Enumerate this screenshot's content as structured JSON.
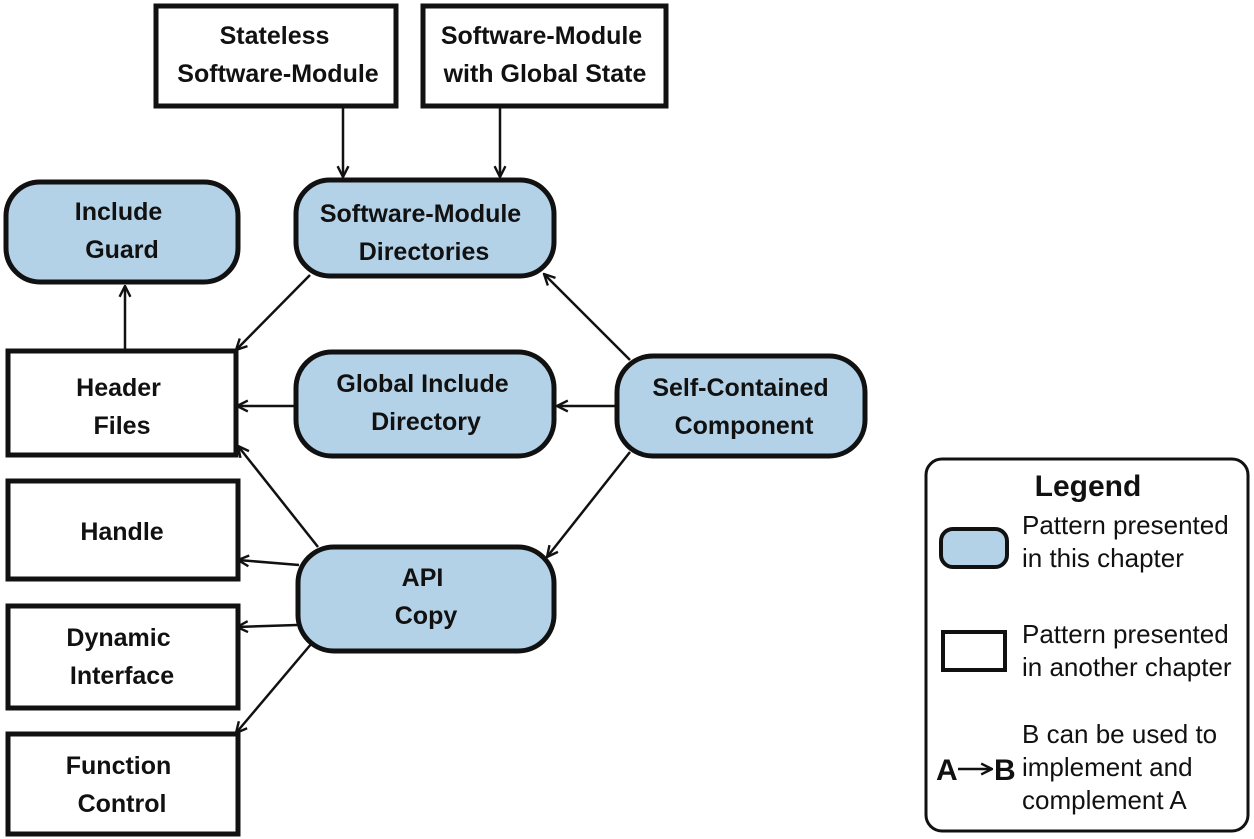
{
  "nodes": {
    "stateless": {
      "lines": [
        "Stateless",
        "Software-Module"
      ],
      "kind": "other-chapter"
    },
    "global_state": {
      "lines": [
        "Software-Module",
        "with Global State"
      ],
      "kind": "other-chapter"
    },
    "include_guard": {
      "lines": [
        "Include",
        "Guard"
      ],
      "kind": "this-chapter"
    },
    "sw_dirs": {
      "lines": [
        "Software-Module",
        "Directories"
      ],
      "kind": "this-chapter"
    },
    "header_files": {
      "lines": [
        "Header",
        "Files"
      ],
      "kind": "other-chapter"
    },
    "global_include": {
      "lines": [
        "Global Include",
        "Directory"
      ],
      "kind": "this-chapter"
    },
    "self_contained": {
      "lines": [
        "Self-Contained",
        "Component"
      ],
      "kind": "this-chapter"
    },
    "handle": {
      "lines": [
        "Handle"
      ],
      "kind": "other-chapter"
    },
    "api_copy": {
      "lines": [
        "API",
        "Copy"
      ],
      "kind": "this-chapter"
    },
    "dynamic_interface": {
      "lines": [
        "Dynamic",
        "Interface"
      ],
      "kind": "other-chapter"
    },
    "function_control": {
      "lines": [
        "Function",
        "Control"
      ],
      "kind": "other-chapter"
    }
  },
  "edges": [
    {
      "from": "stateless",
      "to": "sw_dirs"
    },
    {
      "from": "global_state",
      "to": "sw_dirs"
    },
    {
      "from": "sw_dirs",
      "to": "header_files"
    },
    {
      "from": "header_files",
      "to": "include_guard"
    },
    {
      "from": "self_contained",
      "to": "sw_dirs"
    },
    {
      "from": "self_contained",
      "to": "global_include"
    },
    {
      "from": "global_include",
      "to": "header_files"
    },
    {
      "from": "self_contained",
      "to": "api_copy"
    },
    {
      "from": "api_copy",
      "to": "header_files"
    },
    {
      "from": "api_copy",
      "to": "handle"
    },
    {
      "from": "api_copy",
      "to": "dynamic_interface"
    },
    {
      "from": "api_copy",
      "to": "function_control"
    }
  ],
  "legend": {
    "title": "Legend",
    "this_chapter": [
      "Pattern presented",
      "in this chapter"
    ],
    "other_chapter": [
      "Pattern presented",
      "in another chapter"
    ],
    "arrow_a": "A",
    "arrow_b": "B",
    "arrow_text": [
      "B can be used to",
      "implement and",
      "complement A"
    ]
  },
  "colors": {
    "pattern_fill": "#b4d2e7",
    "stroke": "#111111",
    "background": "#ffffff"
  }
}
